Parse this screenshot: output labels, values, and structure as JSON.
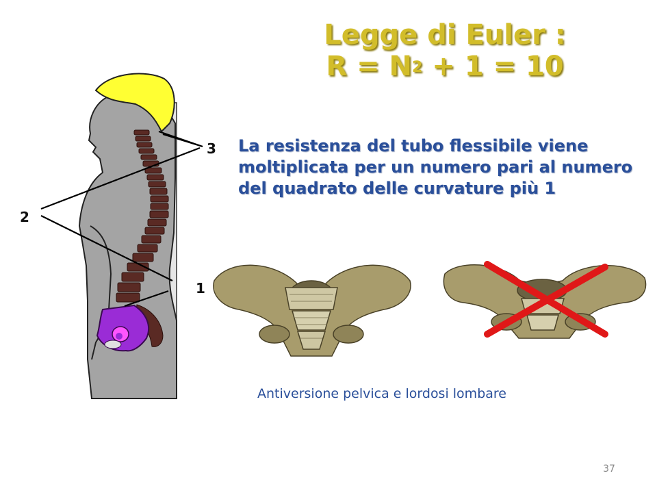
{
  "title": {
    "line1": "Legge di Euler :",
    "line2_prefix": "R = N",
    "line2_exp": "2",
    "line2_suffix": " + 1 = 10"
  },
  "body_text": "La resistenza del tubo flessibile viene moltiplicata per un numero pari al numero del quadrato delle curvature più 1",
  "labels": {
    "n3": "3",
    "n2": "2",
    "n1": "1"
  },
  "caption": "Antiversione pelvica e lordosi lombare",
  "page_number": "37",
  "colors": {
    "title": "#d2bd2a",
    "text": "#2a4f9a",
    "hair": "#ffff33",
    "spine": "#5a2a24",
    "pelvis_highlight": "#9a2cd6",
    "cross": "#e01818",
    "bone": "#a89c6c"
  }
}
